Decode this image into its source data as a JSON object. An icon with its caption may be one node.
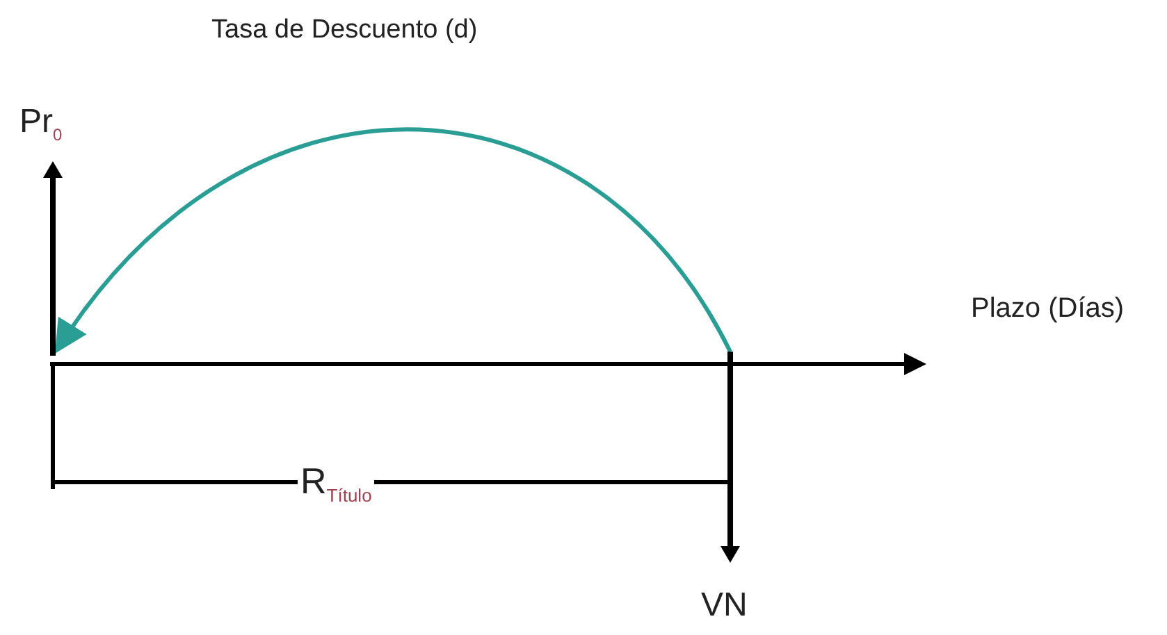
{
  "diagram": {
    "nodes": [
      {
        "text": [
          "Pr$_{0}$"
        ]
      },
      {
        "text": [],
        "shape": "arrow"
      },
      {
        "text": [],
        "shape": "arrow"
      },
      {
        "text": [
          "VN"
        ]
      }
    ],
    "edges": [
      {
        "from": 2,
        "to": 1,
        "arrow": "to",
        "color": "#2a9d95"
      }
    ],
    "labels": [
      "Tasa de Descuento (d)",
      "Plazo (Días)",
      "R$_{Título}$"
    ]
  }
}
